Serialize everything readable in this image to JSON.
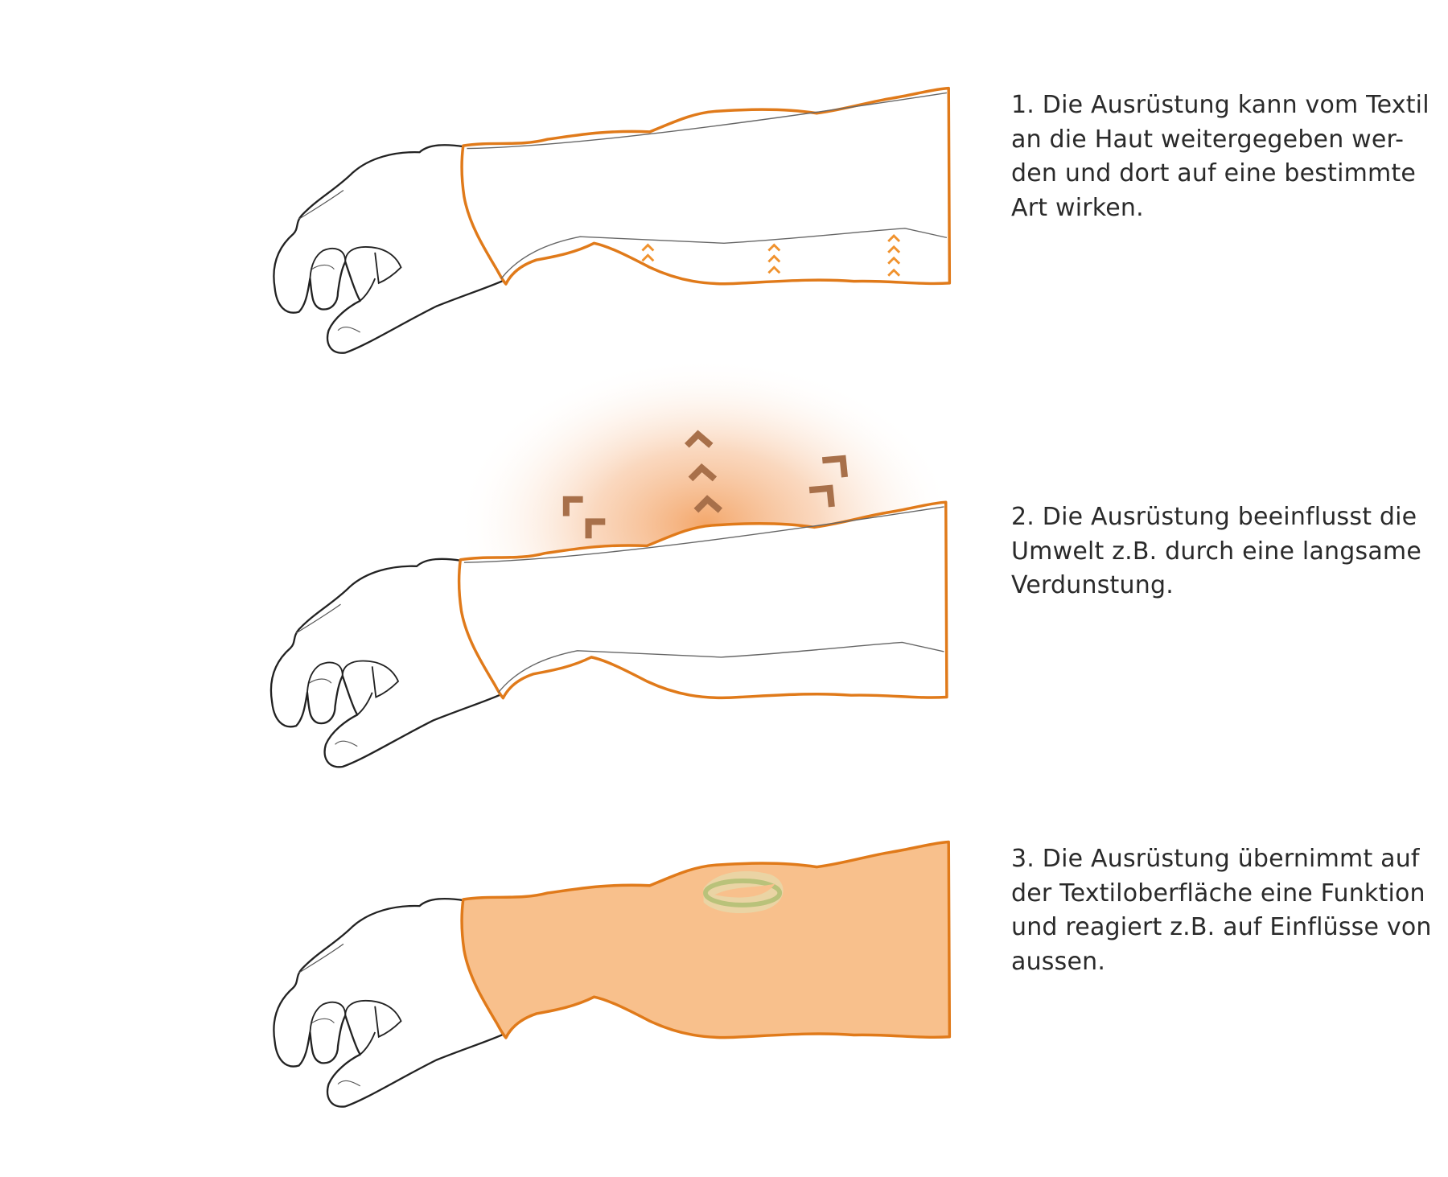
{
  "captions": [
    {
      "number": "1.",
      "text": "Die Ausrüstung kann vom Textil\nan die Haut weitergegeben wer-\nden und dort auf eine bestimmte\nArt wirken."
    },
    {
      "number": "2.",
      "text": "Die Ausrüstung beeinflusst die\nUmwelt z.B. durch eine langsame\nVerdunstung."
    },
    {
      "number": "3.",
      "text": "Die Ausrüstung übernimmt auf\nder Textiloberfläche eine Funktion\nund reagiert z.B. auf Einflüsse von\naussen."
    }
  ],
  "colors": {
    "outline": "#222222",
    "sleeve_edge": "#e07a1a",
    "skin_arrows": "#f0922e",
    "vapor_arrows": "#a8704a",
    "glow": "#f3a364",
    "textile_fill": "#f8c08c",
    "patch": "#c9c98a"
  }
}
